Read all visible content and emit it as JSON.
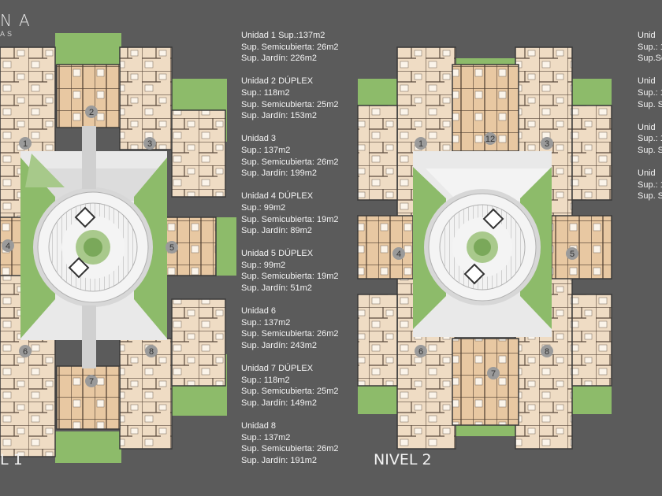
{
  "logo": {
    "text": "NA",
    "subtitle": "AS"
  },
  "levels": [
    "L 1",
    "NIVEL 2"
  ],
  "units": [
    {
      "number": "1",
      "lines": [
        "Unidad 1 Sup.:137m2",
        "Sup. Semicubierta: 26m2",
        "Sup. Jardín: 226m2"
      ]
    },
    {
      "number": "2",
      "lines": [
        "Unidad 2 DÚPLEX",
        "Sup.: 118m2",
        "Sup. Semicubierta: 25m2",
        "Sup. Jardín: 153m2"
      ]
    },
    {
      "number": "3",
      "lines": [
        "Unidad 3",
        "Sup.: 137m2",
        "Sup. Semicubierta: 26m2",
        "Sup. Jardín: 199m2"
      ]
    },
    {
      "number": "4",
      "lines": [
        "Unidad 4 DÚPLEX",
        "Sup.: 99m2",
        "Sup. Semicubierta: 19m2",
        "Sup. Jardín: 89m2"
      ]
    },
    {
      "number": "5",
      "lines": [
        "Unidad 5 DÚPLEX",
        "Sup.: 99m2",
        "Sup. Semicubierta: 19m2",
        "Sup. Jardín: 51m2"
      ]
    },
    {
      "number": "6",
      "lines": [
        "Unidad 6",
        "Sup.: 137m2",
        "Sup. Semicubierta: 26m2",
        "Sup. Jardín: 243m2"
      ]
    },
    {
      "number": "7",
      "lines": [
        "Unidad 7  DÚPLEX",
        "Sup.: 118m2",
        "Sup. Semicubierta: 25m2",
        "Sup. Jardín: 149m2"
      ]
    },
    {
      "number": "8",
      "lines": [
        "Unidad 8",
        "Sup.: 137m2",
        "Sup. Semicubierta: 26m2",
        "Sup. Jardín: 191m2"
      ]
    }
  ],
  "level2_units": [
    {
      "lines": [
        "Unid",
        "Sup.: 1",
        "Sup.Se"
      ]
    },
    {
      "lines": [
        "Unid",
        "Sup.: 1",
        "Sup. S"
      ]
    },
    {
      "lines": [
        "Unid",
        "Sup.: 1",
        "Sup. S"
      ]
    },
    {
      "lines": [
        "Unid",
        "Sup.: 1",
        "Sup. S"
      ]
    }
  ],
  "level2_numbers": [
    "1",
    "12",
    "3",
    "4",
    "5",
    "6",
    "7",
    "8"
  ],
  "colors": {
    "background": "#5b5b5b",
    "garden": "#8dbb6a",
    "interior": "#efdcc4",
    "wall": "#3a3a3a",
    "paving": "#e9e9e9",
    "duplex_room": "#e8c8a2",
    "unit_marker": "#9a9a9a"
  }
}
